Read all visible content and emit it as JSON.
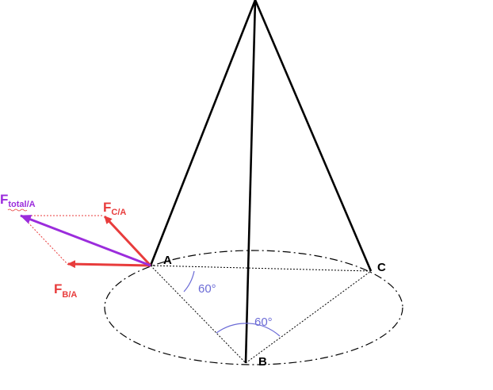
{
  "points": {
    "a": "A",
    "b": "B",
    "c": "C"
  },
  "angles": {
    "at_a": "60°",
    "at_b": "60°"
  },
  "forces": {
    "f_c_a": {
      "main": "F",
      "sub": "C/A"
    },
    "f_b_a": {
      "main": "F",
      "sub": "B/A"
    },
    "f_total_a": {
      "main": "F",
      "sub": "total/A"
    }
  },
  "colors": {
    "structure": "#000000",
    "red_force": "#e83c3c",
    "total_force": "#9b2cdc",
    "angle": "#6b6bd6"
  }
}
